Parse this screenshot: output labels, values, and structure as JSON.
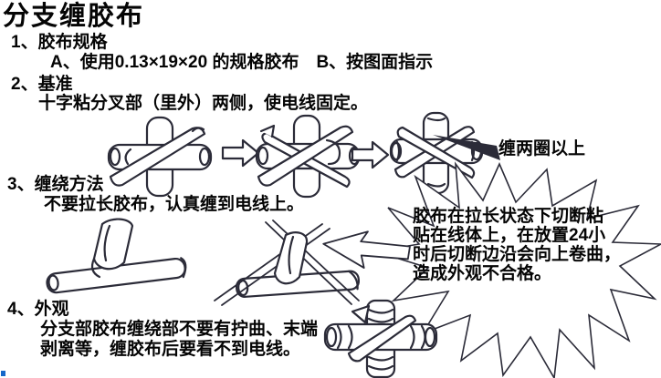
{
  "title": "分支缠胶布",
  "sections": {
    "s1": {
      "label": "1、胶布规格",
      "detail": "A、使用0.13×19×20 的规格胶布　B、按图面指示"
    },
    "s2": {
      "label": "2、基准",
      "detail": "十字粘分叉部（里外）两侧，使电线固定。"
    },
    "s3": {
      "label": "3、缠绕方法",
      "detail": "不要拉长胶布，认真缠到电线上。"
    },
    "s4": {
      "label": "4、外观",
      "detail": "分支部胶布缠绕部不要有拧曲、末端\n剥离等，缠胶布后要看不到电线。"
    }
  },
  "annotations": {
    "wrap_note": "缠两圈以上",
    "warning": "胶布在拉长状态下切断粘\n贴在线体上，在放置24小\n时后切断边沿会向上卷曲，\n造成外观不合格。"
  },
  "illustrations": {
    "row1": [
      "taped-cross-step1-icon",
      "taped-cross-step2-icon",
      "taped-cross-step3-icon"
    ],
    "row2": [
      "tape-flag-on-wire-icon",
      "crossed-wires-tape-icon"
    ],
    "bottom": "fully-wrapped-cross-icon",
    "arrows": [
      "arrow-right-icon",
      "arrow-right-icon",
      "arrow-left-block-icon",
      "leader-arrow-icon"
    ]
  },
  "colors": {
    "ink": "#2b2b38",
    "text": "#050505",
    "blue_mark": "#1668c9"
  }
}
